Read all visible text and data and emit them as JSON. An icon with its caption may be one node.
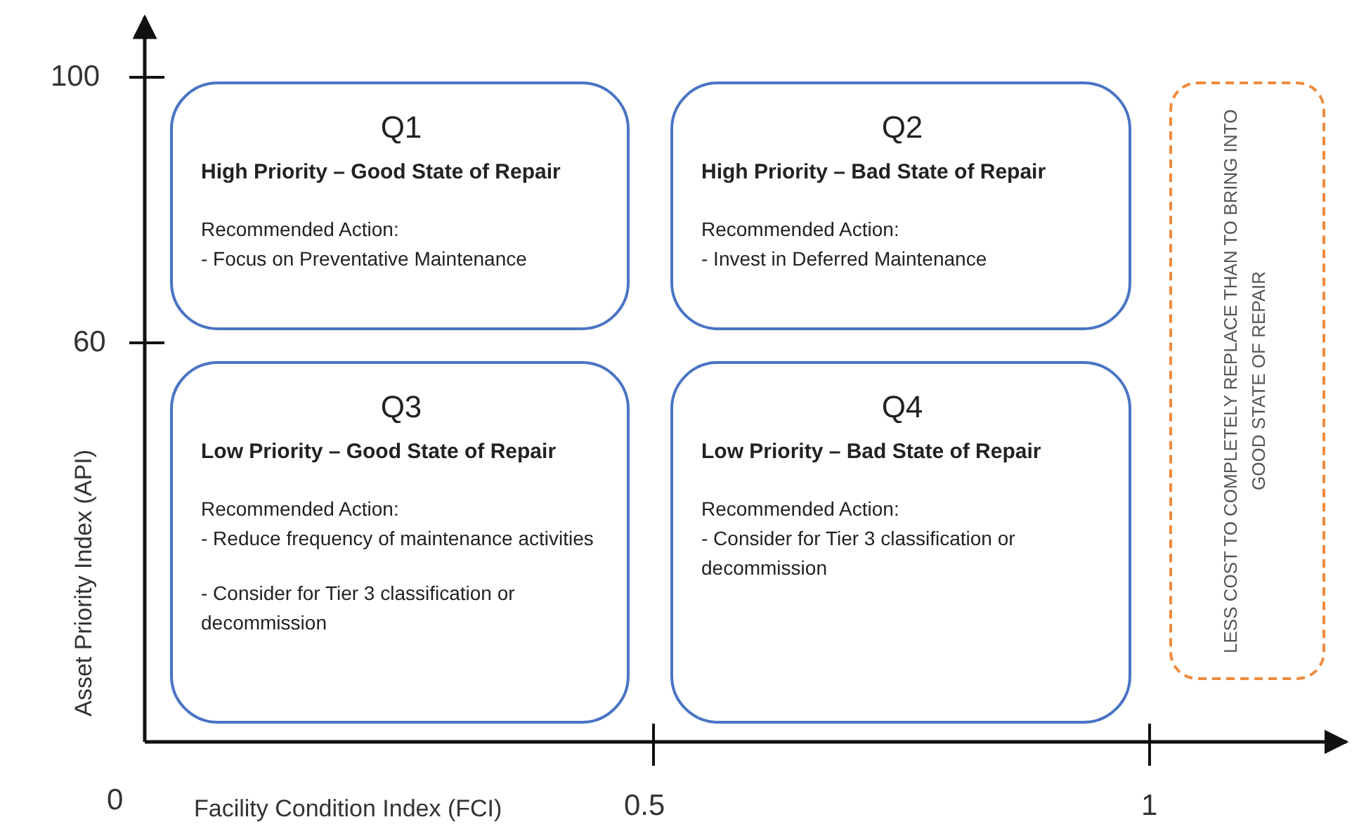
{
  "diagram": {
    "nodes": [
      {
        "text": [
          "Q1",
          "High Priority – Good State of Repair",
          "Recommended Action:",
          "- Focus on Preventative Maintenance"
        ]
      },
      {
        "text": [
          "Q2",
          "High Priority – Bad State of Repair",
          "Recommended Action:",
          "- Invest in Deferred Maintenance"
        ]
      },
      {
        "text": [
          "Q3",
          "Low Priority – Good State of Repair",
          "Recommended Action:",
          "- Reduce frequency of maintenance activities",
          "- Consider for Tier 3 classification or decommission"
        ]
      },
      {
        "text": [
          "Q4",
          "Low Priority – Bad State of Repair",
          "Recommended Action:",
          "- Consider for Tier 3 classification or decommission"
        ]
      },
      {
        "text": [
          "LESS COST TO COMPLETELY REPLACE THAN TO BRING INTO GOOD STATE OF REPAIR"
        ]
      }
    ],
    "edges": [],
    "labels": [
      "100",
      "60",
      "Asset Priority Index (API)",
      "0",
      "Facility Condition Index (FCI)",
      "0.5",
      "1"
    ]
  }
}
